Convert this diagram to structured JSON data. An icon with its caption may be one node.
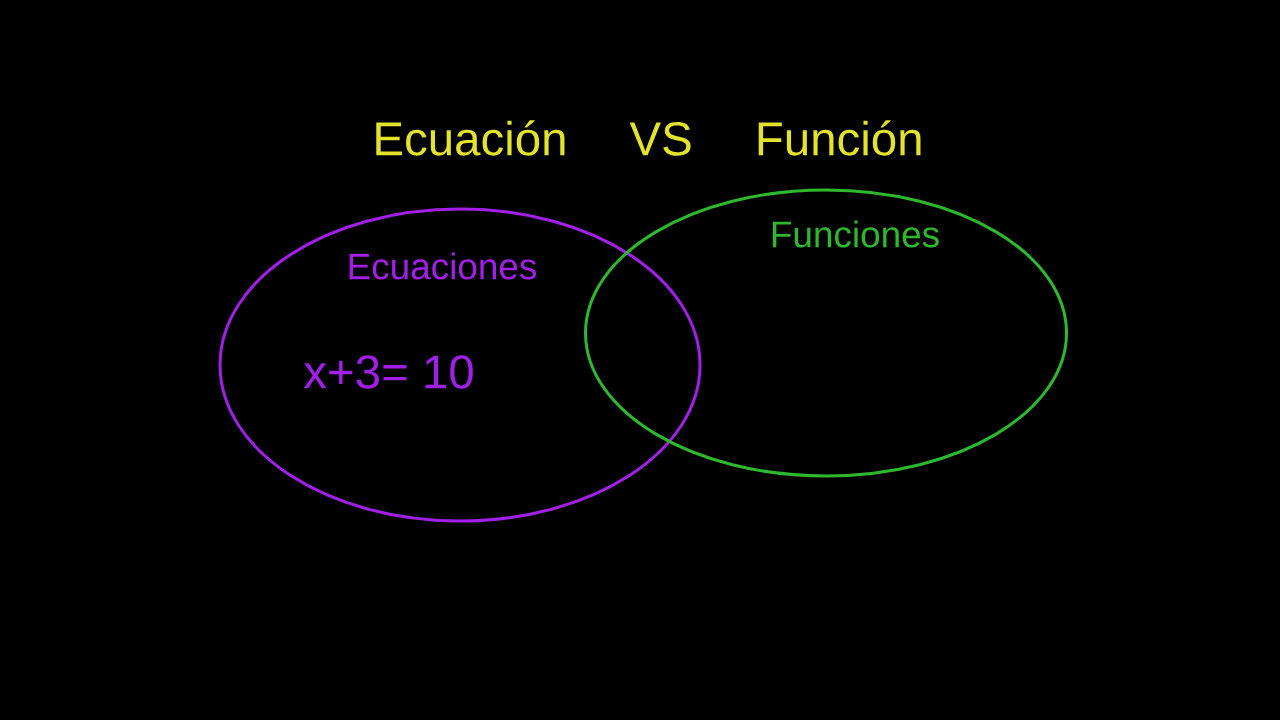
{
  "diagram": {
    "title": "Ecuación VS Función",
    "nodes": [
      {
        "text": [
          "Ecuaciones",
          "x+3= 10"
        ]
      },
      {
        "text": [
          "Funciones"
        ]
      }
    ]
  }
}
